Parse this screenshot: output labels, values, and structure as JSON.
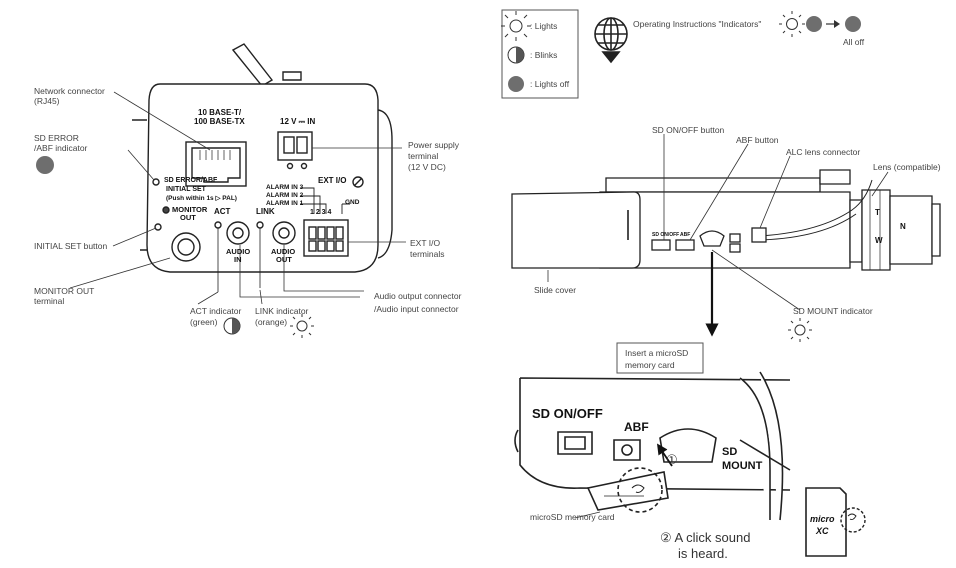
{
  "legend": {
    "lights": ": Lights",
    "blinks": ": Blinks",
    "lights_off": ": Lights off"
  },
  "instructions": {
    "text": "Operating Instructions \"Indicators\"",
    "all_off": "All off"
  },
  "rear": {
    "network_connector": "Network connector",
    "network_connector_sub": "(RJ45)",
    "sd_error": "SD ERROR",
    "sd_error_sub": "/ABF indicator",
    "initial_set_button": "INITIAL SET button",
    "monitor_out": "MONITOR OUT",
    "monitor_out_sub": "terminal",
    "act_indicator": "ACT indicator",
    "act_indicator_sub": "(green)",
    "link_indicator": "LINK indicator",
    "link_indicator_sub": "(orange)",
    "audio_out": "Audio output connector",
    "audio_in": "/Audio input connector",
    "ext_io": "EXT I/O",
    "ext_io_sub": "terminals",
    "power": "Power supply",
    "power_sub": "terminal",
    "power_sub2": "(12 V DC)",
    "print_10base": "10 BASE-T/",
    "print_100base": "100 BASE-TX",
    "print_12v": "12 V ⎓ IN",
    "print_ext": "EXT I/O",
    "print_alarm3": "ALARM IN 3",
    "print_alarm2": "ALARM IN 2",
    "print_alarm1": "ALARM IN 1",
    "print_gnd": "GND",
    "print_pins": "1 2 3 4",
    "print_sderr": "SD ERROR/ABF",
    "print_initset": "INITIAL SET",
    "print_push": "(Push within 1s ▷ PAL)",
    "print_monitor": "MONITOR",
    "print_out": "OUT",
    "print_act": "ACT",
    "print_link": "LINK",
    "print_audio": "AUDIO",
    "print_in": "IN",
    "print_out2": "OUT"
  },
  "side": {
    "sd_onoff_button": "SD ON/OFF button",
    "abf_button": "ABF button",
    "alc_lens": "ALC lens connector",
    "lens": "Lens (compatible)",
    "slide_cover": "Slide cover",
    "sd_mount": "SD MOUNT indicator",
    "insert_card": "Insert a microSD",
    "insert_card_sub": "memory card",
    "print_sdonoff_small": "SD ON/OFF",
    "print_abf_small": "ABF",
    "print_lens_t": "T",
    "print_lens_w": "W",
    "print_lens_n": "N"
  },
  "closeup": {
    "print_sdonoff": "SD ON/OFF",
    "print_abf": "ABF",
    "print_sd": "SD",
    "print_mount": "MOUNT",
    "step1": "①",
    "microsd_label": "microSD memory card",
    "click_sound": "② A click sound",
    "click_sound_sub": "is heard.",
    "card_micro": "micro",
    "card_xc": "XC"
  },
  "colors": {
    "indicator_off": "#6e6e6e",
    "line": "#333333",
    "outline": "#222222"
  }
}
